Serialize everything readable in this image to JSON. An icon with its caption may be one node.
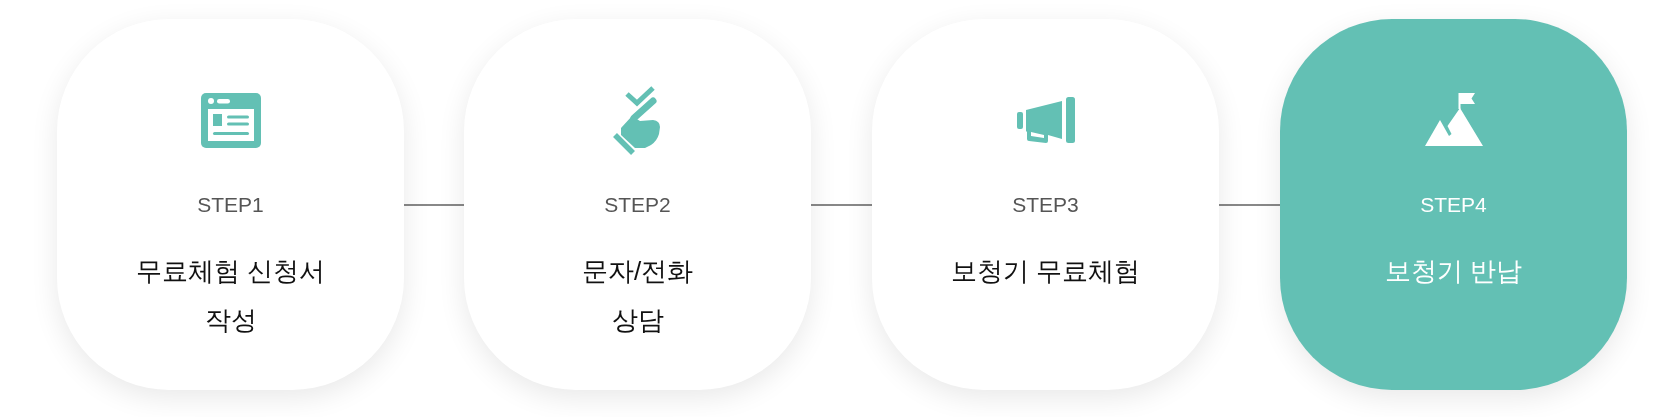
{
  "diagram": {
    "nodes": [
      {
        "text": [
          "STEP1",
          "무료체험 신청서 작성"
        ]
      },
      {
        "text": [
          "STEP2",
          "문자/전화 상담"
        ]
      },
      {
        "text": [
          "STEP3",
          "보청기 무료체험"
        ]
      },
      {
        "text": [
          "STEP4",
          "보청기 반납"
        ]
      }
    ],
    "edges": [
      {
        "from": 0,
        "to": 1,
        "arrow": "none"
      },
      {
        "from": 1,
        "to": 2,
        "arrow": "none"
      },
      {
        "from": 2,
        "to": 3,
        "arrow": "none"
      }
    ]
  }
}
